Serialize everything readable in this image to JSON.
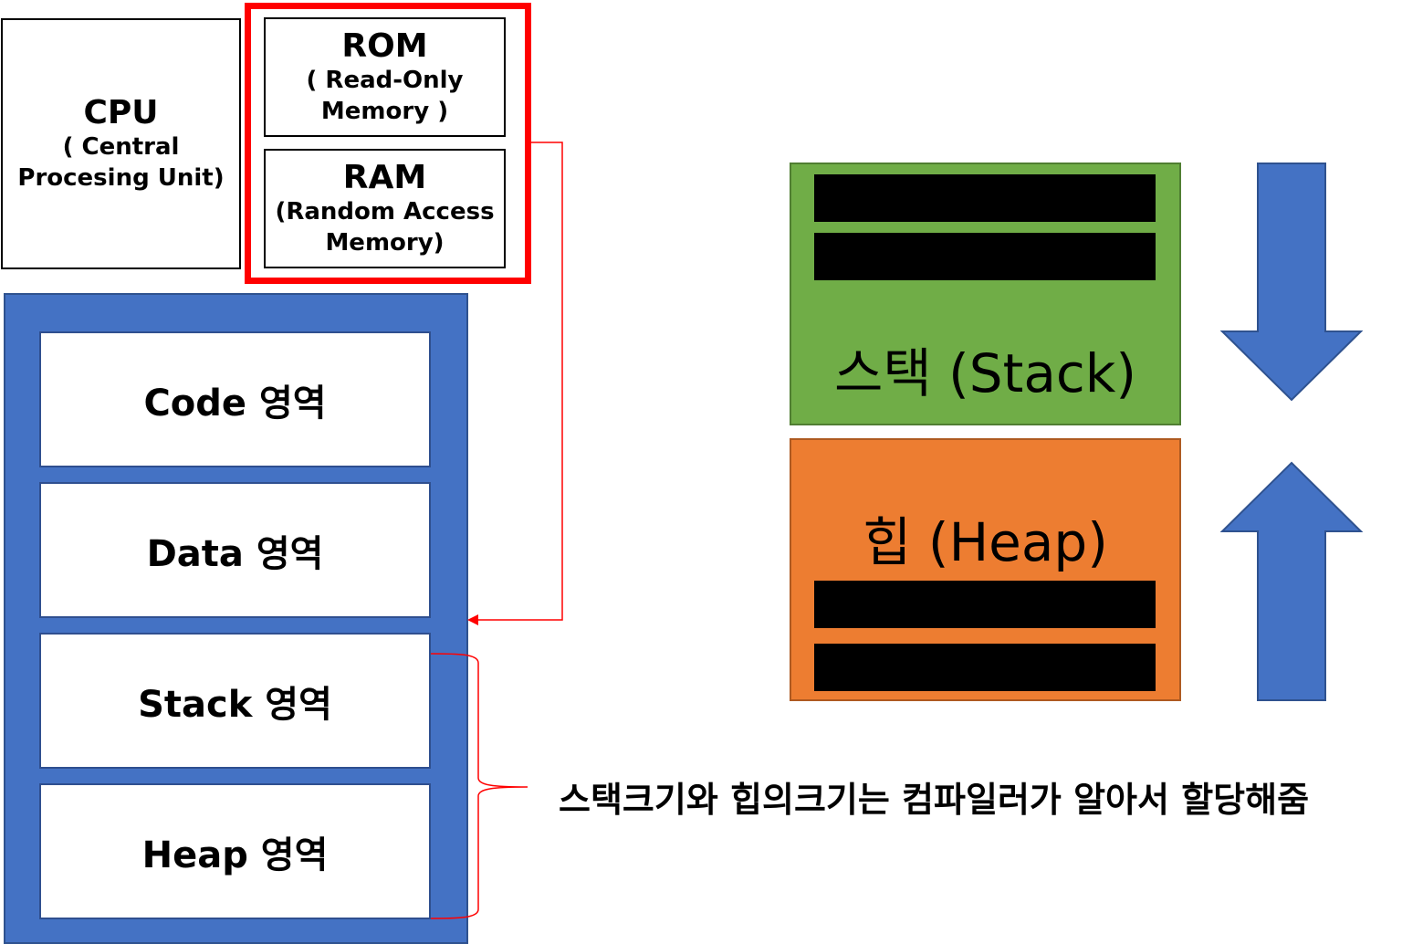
{
  "cpu": {
    "title": "CPU",
    "line2": "( Central",
    "line3": "Procesing Unit)"
  },
  "rom": {
    "title": "ROM",
    "line2": "( Read-Only",
    "line3": "Memory )"
  },
  "ram": {
    "title": "RAM",
    "line2": "(Random Access",
    "line3": "Memory)"
  },
  "memory_segments": [
    {
      "label": "Code 영역"
    },
    {
      "label": "Data 영역"
    },
    {
      "label": "Stack 영역"
    },
    {
      "label": "Heap 영역"
    }
  ],
  "stack": {
    "label": "스택 (Stack)"
  },
  "heap": {
    "label": "힙 (Heap)"
  },
  "note": "스택크기와 힙의크기는 컴파일러가 알아서 할당해줌",
  "colors": {
    "memory_bg": "#4472c4",
    "stack_bg": "#70ad47",
    "heap_bg": "#ed7d31",
    "arrow": "#4472c4",
    "highlight": "#ff0000"
  }
}
